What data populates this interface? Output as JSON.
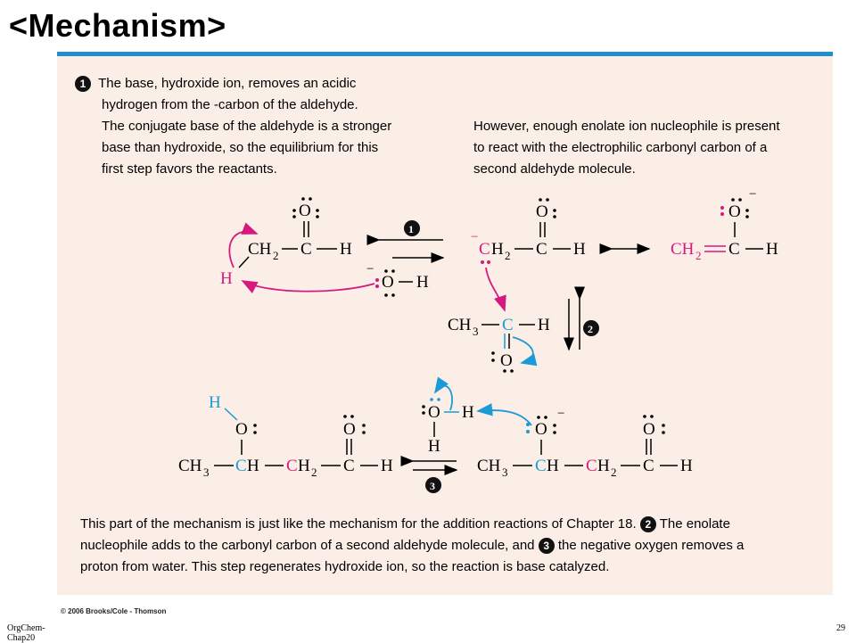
{
  "title": "<Mechanism>",
  "step1": {
    "number": "1",
    "text_left": [
      "The base, hydroxide ion, removes an acidic",
      "hydrogen from the    -carbon of the aldehyde.",
      "The conjugate base of the aldehyde is a stronger",
      "base than hydroxide, so the equilibrium for this",
      "first step favors the reactants."
    ],
    "text_right": [
      "However, enough enolate ion nucleophile is present",
      "to react with the electrophilic carbonyl carbon of a",
      "second aldehyde molecule."
    ]
  },
  "bottom_text": {
    "line1_a": "This part of the mechanism is just like the mechanism for the addition reactions of Chapter 18.",
    "step2_number": "2",
    "line1_b": "The enolate",
    "line2_a": "nucleophile adds to the carbonyl carbon of a second aldehyde molecule, and",
    "step3_number": "3",
    "line2_b": "the negative oxygen removes a",
    "line3": "proton from water. This step regenerates hydroxide ion, so the reaction is base catalyzed."
  },
  "copyright": "© 2006 Brooks/Cole - Thomson",
  "footer": {
    "left": "OrgChem-\nChap20",
    "page": "29"
  },
  "colors": {
    "magenta": "#d6197f",
    "blue": "#1a9ad6",
    "rule": "#1f8fd0",
    "panel": "#fbeee6"
  }
}
